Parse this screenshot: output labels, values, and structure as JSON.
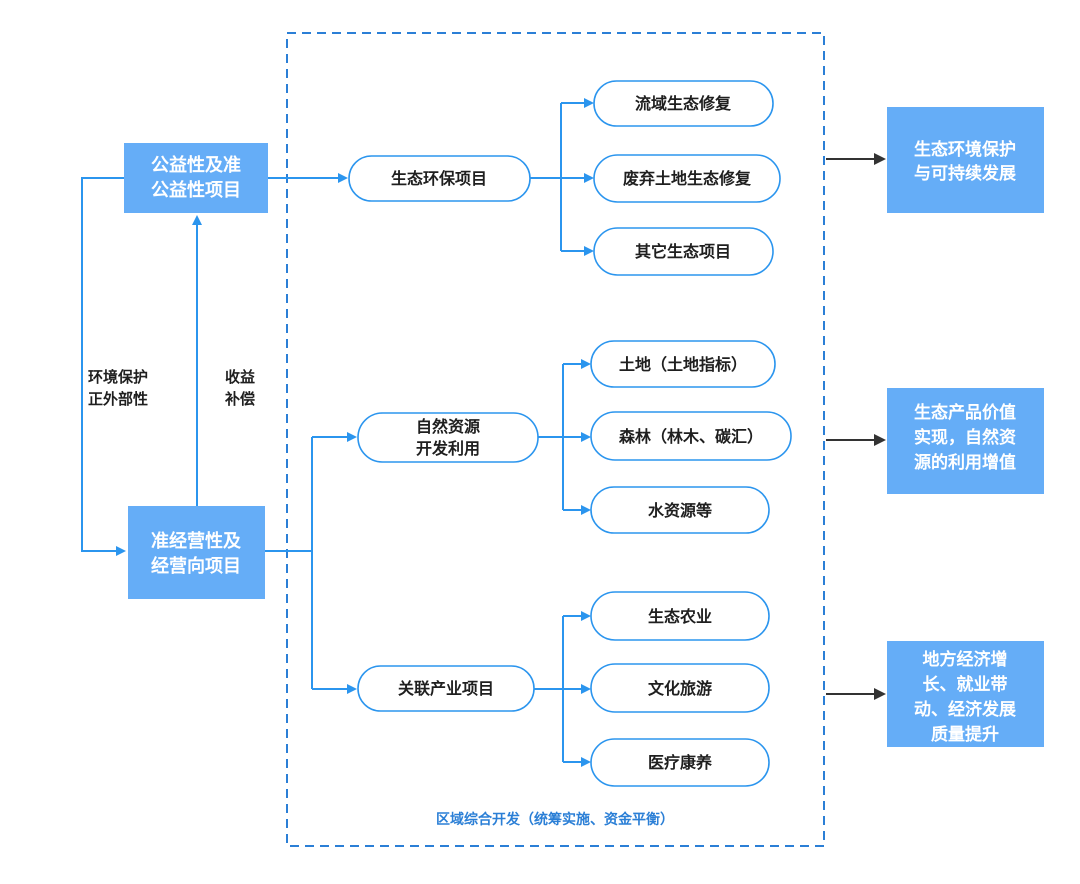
{
  "left_boxes": {
    "public_project": [
      "公益性及准",
      "公益性项目"
    ],
    "business_project": [
      "准经营性及",
      "经营向项目"
    ]
  },
  "side_labels": {
    "externality": [
      "环境保护",
      "正外部性"
    ],
    "compensation": [
      "收益",
      "补偿"
    ]
  },
  "categories": {
    "eco_protection": [
      "生态环保项目"
    ],
    "natural_resources": [
      "自然资源",
      "开发利用"
    ],
    "related_industry": [
      "关联产业项目"
    ]
  },
  "eco_items": [
    "流域生态修复",
    "废弃土地生态修复",
    "其它生态项目"
  ],
  "resource_items": [
    "土地（土地指标）",
    "森林（林木、碳汇）",
    "水资源等"
  ],
  "industry_items": [
    "生态农业",
    "文化旅游",
    "医疗康养"
  ],
  "outcomes": {
    "eco": [
      "生态环境保护",
      "与可持续发展"
    ],
    "value": [
      "生态产品价值",
      "实现，自然资",
      "源的利用增值"
    ],
    "economy": [
      "地方经济增",
      "长、就业带",
      "动、经济发展",
      "质量提升"
    ]
  },
  "frame_label": "区域综合开发（统筹实施、资金平衡）",
  "colors": {
    "box_fill": "#65adf7",
    "line_blue": "#2b95ee",
    "frame_blue": "#2b7fd6",
    "arrow_dark": "#333333"
  }
}
